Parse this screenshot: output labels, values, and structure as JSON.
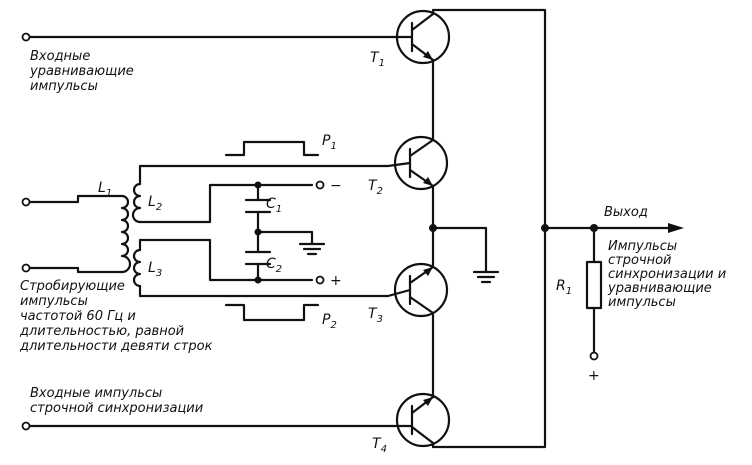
{
  "labels": {
    "equalizing_in": [
      "Входные",
      "уравнивающие",
      "импульсы"
    ],
    "strobe_in": [
      "Стробирующие",
      "импульсы",
      "частотой 60 Гц  и",
      "длительностью, равной",
      "длительности девяти строк"
    ],
    "sync_in": [
      "Входные импульсы",
      "строчной синхронизации"
    ],
    "output": "Выход",
    "output_desc": [
      "Импульсы",
      "строчной",
      "синхронизации и",
      "уравнивающие",
      "импульсы"
    ],
    "minus": "−",
    "plus": "+",
    "plus_bottom": "+"
  },
  "components": {
    "T1": {
      "letter": "T",
      "sub": "1"
    },
    "T2": {
      "letter": "T",
      "sub": "2"
    },
    "T3": {
      "letter": "T",
      "sub": "3"
    },
    "T4": {
      "letter": "T",
      "sub": "4"
    },
    "L1": {
      "letter": "L",
      "sub": "1"
    },
    "L2": {
      "letter": "L",
      "sub": "2"
    },
    "L3": {
      "letter": "L",
      "sub": "3"
    },
    "C1": {
      "letter": "C",
      "sub": "1"
    },
    "C2": {
      "letter": "C",
      "sub": "2"
    },
    "R1": {
      "letter": "R",
      "sub": "1"
    },
    "P1": {
      "letter": "P",
      "sub": "1"
    },
    "P2": {
      "letter": "P",
      "sub": "2"
    }
  }
}
